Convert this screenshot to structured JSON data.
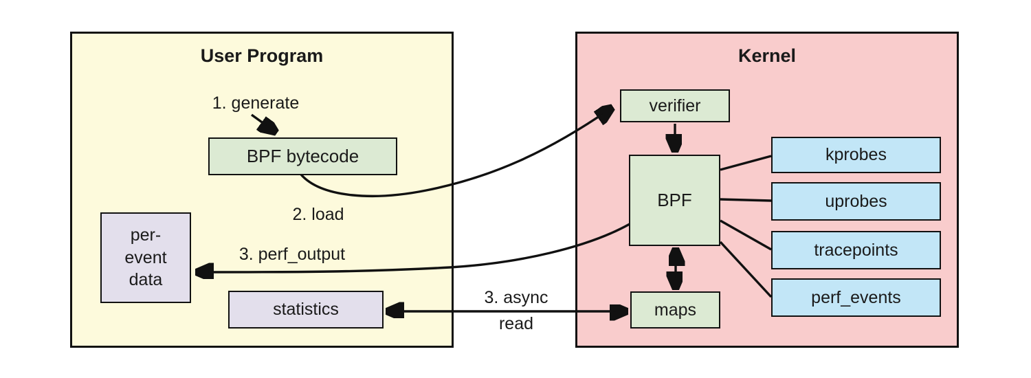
{
  "diagram": {
    "user_program": {
      "title": "User Program"
    },
    "kernel": {
      "title": "Kernel"
    },
    "nodes": {
      "bpf_bytecode": {
        "label": "BPF bytecode"
      },
      "per_event_data": {
        "lines": [
          "per-",
          "event",
          "data"
        ]
      },
      "statistics": {
        "label": "statistics"
      },
      "verifier": {
        "label": "verifier"
      },
      "bpf": {
        "label": "BPF"
      },
      "maps": {
        "label": "maps"
      },
      "kprobes": {
        "label": "kprobes"
      },
      "uprobes": {
        "label": "uprobes"
      },
      "tracepoints": {
        "label": "tracepoints"
      },
      "perf_events": {
        "label": "perf_events"
      }
    },
    "edge_labels": {
      "generate": "1. generate",
      "load": "2. load",
      "perf_output": "3. perf_output",
      "async_read_line1": "3. async",
      "async_read_line2": "read"
    },
    "colors": {
      "user_program_fill": "#FDFADC",
      "kernel_fill": "#F9CCCC",
      "green_node_fill": "#DCEAD3",
      "blue_node_fill": "#C2E6F7",
      "lavender_node_fill": "#E3DFEC",
      "line_color": "#111111",
      "background": "#FFFFFF"
    }
  }
}
